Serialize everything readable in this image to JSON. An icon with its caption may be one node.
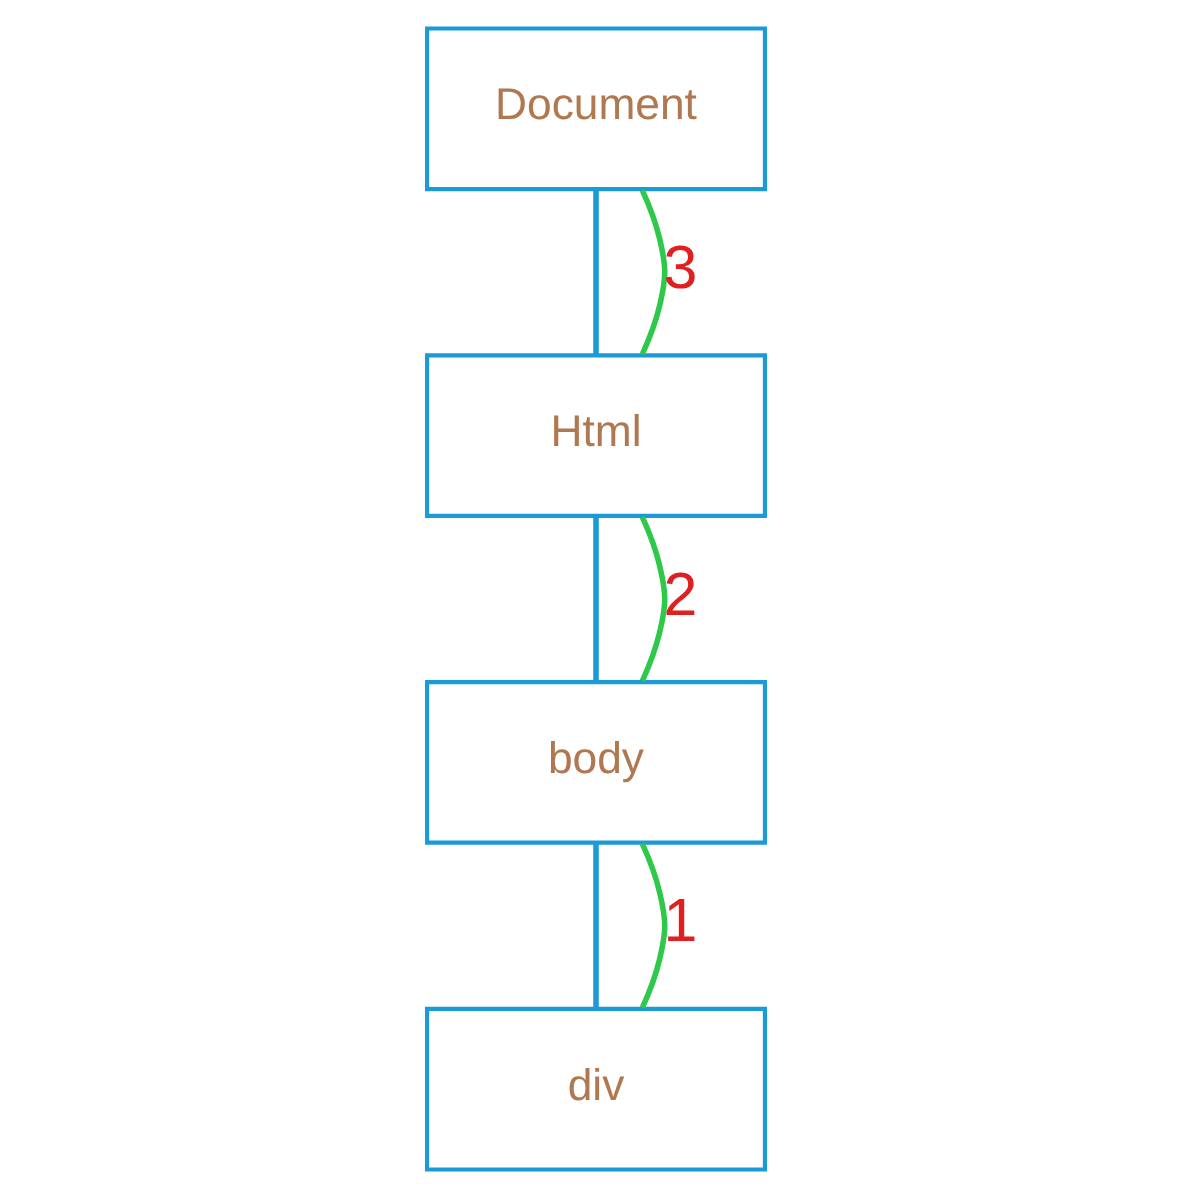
{
  "diagram": {
    "nodes": [
      {
        "text": [
          "Document"
        ]
      },
      {
        "text": [
          "Html"
        ]
      },
      {
        "text": [
          "body"
        ]
      },
      {
        "text": [
          "div"
        ]
      }
    ],
    "edges": [
      {
        "from": 0,
        "to": 1,
        "arrow": "none",
        "color": "#1a9ad6"
      },
      {
        "from": 1,
        "to": 2,
        "arrow": "none",
        "color": "#1a9ad6"
      },
      {
        "from": 2,
        "to": 3,
        "arrow": "none",
        "color": "#1a9ad6"
      },
      {
        "from": 3,
        "to": 2,
        "arrow": "none",
        "label": "1",
        "color": "#2ec84a"
      },
      {
        "from": 2,
        "to": 1,
        "arrow": "none",
        "label": "2",
        "color": "#2ec84a"
      },
      {
        "from": 1,
        "to": 0,
        "arrow": "none",
        "label": "3",
        "color": "#2ec84a"
      }
    ]
  }
}
